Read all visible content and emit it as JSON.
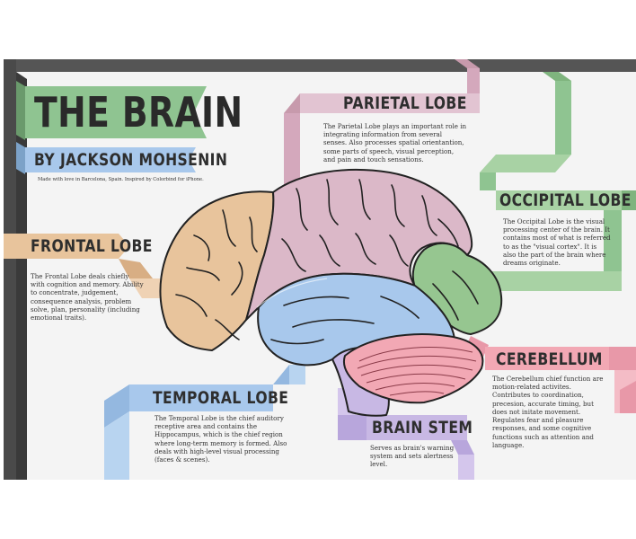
{
  "header": {
    "title": "THE BRAIN",
    "byline": "BY JACKSON MOHSENIN",
    "credit": "Made with love in Barcelona, Spain. Inspired by Colorbind for iPhone."
  },
  "colors": {
    "frontal": "#e8c49c",
    "parietal": "#dbb8c8",
    "occipital": "#96c690",
    "temporal": "#a8c8ec",
    "cerebellum": "#f2a8b4",
    "brainstem": "#c8b8e4",
    "title_green": "#8fc491",
    "title_blue": "#a8c8ec"
  },
  "lobes": {
    "parietal": {
      "title": "PARIETAL LOBE",
      "desc": "The Parietal Lobe plays an important role in integrating information from several senses. Also processes spatial orientantion, some parts of speech, visual perception, and pain and touch sensations."
    },
    "occipital": {
      "title": "OCCIPITAL LOBE",
      "desc": "The Occipital Lobe is the visual processing center of the brain. It contains most of what is referred to as the \"visual cortex\". It is also the part of the brain where dreams originate."
    },
    "frontal": {
      "title": "FRONTAL LOBE",
      "desc": "The Frontal Lobe deals chiefly with cognition and memory. Ability to concentrate, judgement, consequence analysis, problem solve, plan, personality (including emotional traits)."
    },
    "temporal": {
      "title": "TEMPORAL LOBE",
      "desc": "The Temporal Lobe is the chief auditory receptive area and contains the Hippocampus, which is the chief region where long-term memory is formed. Also deals with high-level visual processing (faces & scenes)."
    },
    "brainstem": {
      "title": "BRAIN STEM",
      "desc": "Serves as brain's warning system and sets alertness level."
    },
    "cerebellum": {
      "title": "CEREBELLUM",
      "desc": "The Cerebellum chief function are motion-related activites. Contributes to coordination, precesion, accurate timing, but does not initate movement. Regulates fear and pleasure responses, and some cognitive functions such as attention and language."
    }
  }
}
